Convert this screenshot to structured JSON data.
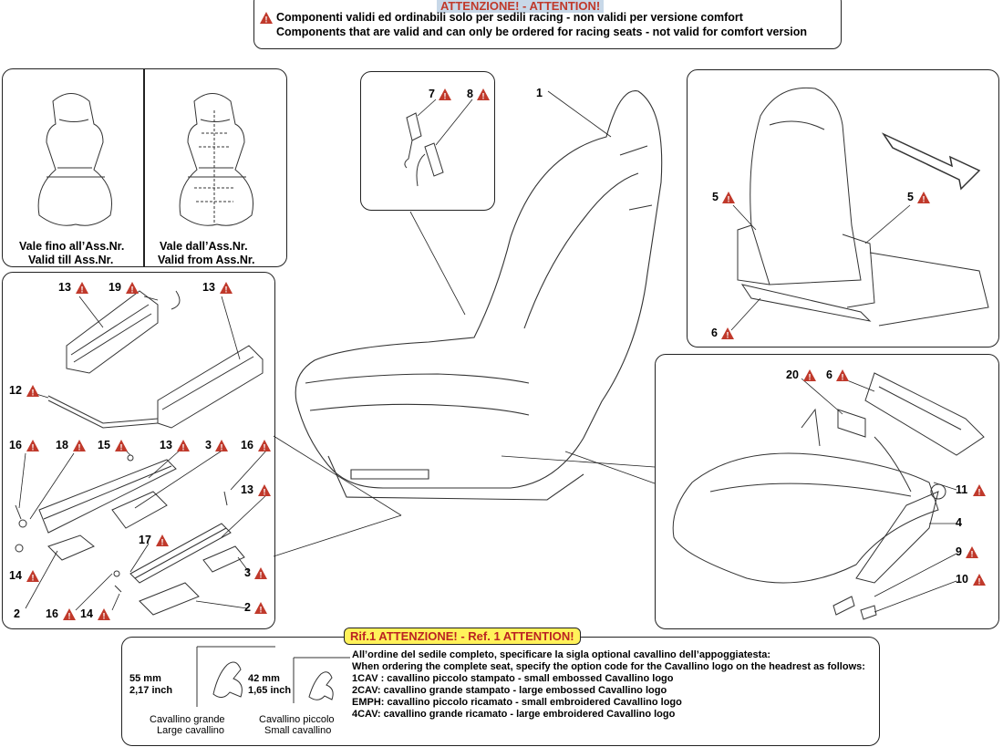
{
  "header": {
    "title": "ATTENZIONE! - ATTENTION!",
    "line_it": "Componenti validi ed ordinabili solo per sedili racing - non validi per versione  comfort",
    "line_en": "Components that are valid and can only be ordered for racing  seats - not valid for comfort version"
  },
  "top_left": {
    "left_it": "Vale fino all’Ass.Nr.",
    "left_en": "Valid till Ass.Nr.",
    "right_it": "Vale dall’Ass.Nr.",
    "right_en": "Valid from Ass.Nr."
  },
  "callouts": {
    "c1": "1",
    "c2a": "2",
    "c2b": "2",
    "c3a": "3",
    "c3b": "3",
    "c4": "4",
    "c5a": "5",
    "c5b": "5",
    "c6a": "6",
    "c6b": "6",
    "c7": "7",
    "c8": "8",
    "c9": "9",
    "c10": "10",
    "c11": "11",
    "c12": "12",
    "c13a": "13",
    "c13b": "13",
    "c13c": "13",
    "c13d": "13",
    "c14a": "14",
    "c14b": "14",
    "c15": "15",
    "c16a": "16",
    "c16b": "16",
    "c16c": "16",
    "c17": "17",
    "c18": "18",
    "c19": "19",
    "c20": "20"
  },
  "rif": {
    "title": "Rif.1 ATTENZIONE! - Ref. 1 ATTENTION!",
    "large_mm": "55 mm",
    "large_in": "2,17 inch",
    "small_mm": "42 mm",
    "small_in": "1,65 inch",
    "large_caption_it": "Cavallino grande",
    "large_caption_en": "Large cavallino",
    "small_caption_it": "Cavallino piccolo",
    "small_caption_en": "Small cavallino",
    "lines": [
      "All’ordine del sedile completo, specificare la sigla optional cavallino dell’appoggiatesta:",
      "When ordering the complete seat, specify the option code for the Cavallino logo on the headrest as follows:",
      "1CAV : cavallino piccolo stampato - small embossed Cavallino logo",
      "2CAV: cavallino grande stampato - large embossed Cavallino logo",
      "EMPH: cavallino piccolo ricamato - small embroidered Cavallino logo",
      "4CAV: cavallino grande ricamato - large embroidered Cavallino logo"
    ]
  },
  "colors": {
    "warning_red": "#c0392b",
    "title_bg": "#c8d8e8",
    "ref_title_bg": "#fff25a"
  }
}
